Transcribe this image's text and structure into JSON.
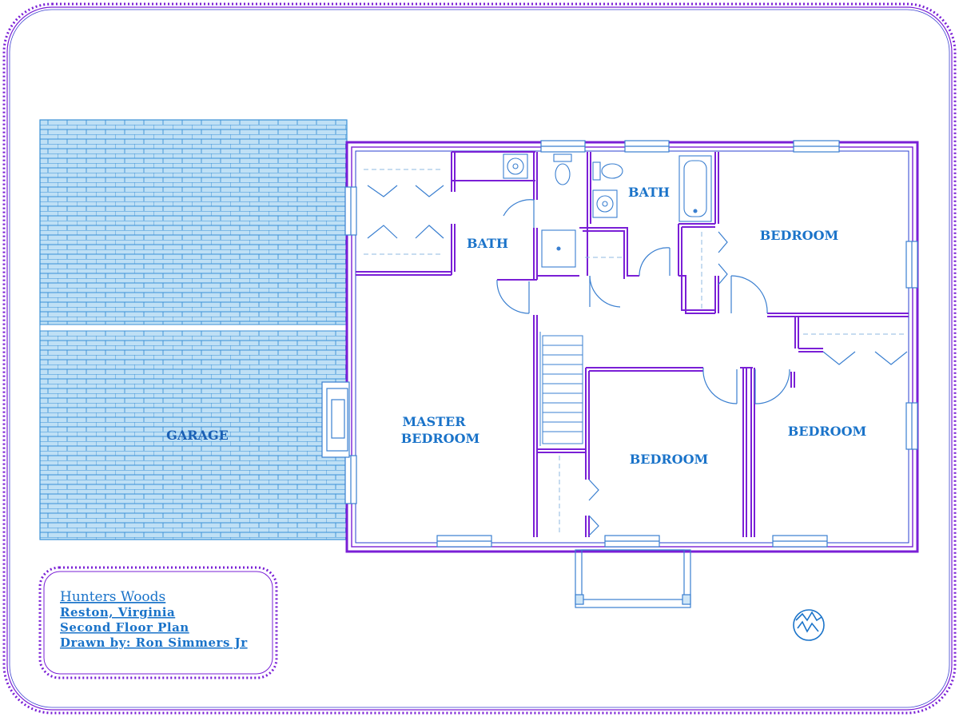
{
  "rooms": {
    "bath_left": "BATH",
    "bath_right": "BATH",
    "bedroom_ne": "BEDROOM",
    "master_line1": "MASTER",
    "master_line2": "BEDROOM",
    "bedroom_center": "BEDROOM",
    "bedroom_east": "BEDROOM",
    "garage": "GARAGE"
  },
  "title_block": {
    "title": "Hunters Woods",
    "location": "Reston, Virginia",
    "sheet": "Second Floor Plan",
    "drawn_by": "Drawn by: Ron Simmers Jr"
  },
  "colors": {
    "wall": "#7a1fd6",
    "wall_inner": "#2a3fd0",
    "fixture": "#3a7fd0",
    "garage_fill": "#b9dcf3",
    "label": "#1a73c9"
  },
  "icons": {
    "logo": "mountain-logo-icon"
  }
}
